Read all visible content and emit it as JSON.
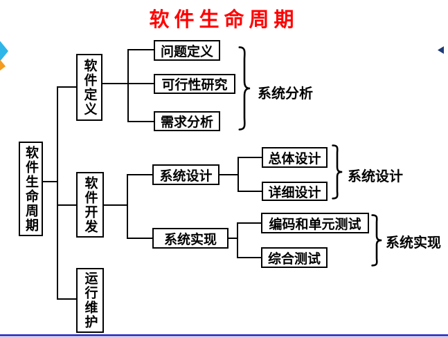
{
  "title": {
    "text": "软件生命周期",
    "color": "#ff0000"
  },
  "diagram": {
    "root": {
      "label": "软件生命周期"
    },
    "phase_definition": {
      "label": "软件定义",
      "steps": [
        {
          "label": "问题定义"
        },
        {
          "label": "可行性研究"
        },
        {
          "label": "需求分析"
        }
      ],
      "group_label": "系统分析"
    },
    "phase_development": {
      "label": "软件开发",
      "design": {
        "label": "系统设计",
        "steps": [
          {
            "label": "总体设计"
          },
          {
            "label": "详细设计"
          }
        ],
        "group_label": "系统设计"
      },
      "implementation": {
        "label": "系统实现",
        "steps": [
          {
            "label": "编码和单元测试"
          },
          {
            "label": "综合测试"
          }
        ],
        "group_label": "系统实现"
      }
    },
    "phase_maintenance": {
      "label": "运行维护"
    }
  },
  "decorations": {
    "left_nav_icon": "double-chevron-right-icon",
    "left_icon_colors": {
      "cyan": "#2eb6e8",
      "orange": "#f59b20"
    },
    "right_nav_icon": "arrow-left-icon",
    "right_icon_color": "#1e3a78",
    "bottom_line_color": "#3c3cc8",
    "line_color": "#000000",
    "title_color": "#ff0000"
  }
}
